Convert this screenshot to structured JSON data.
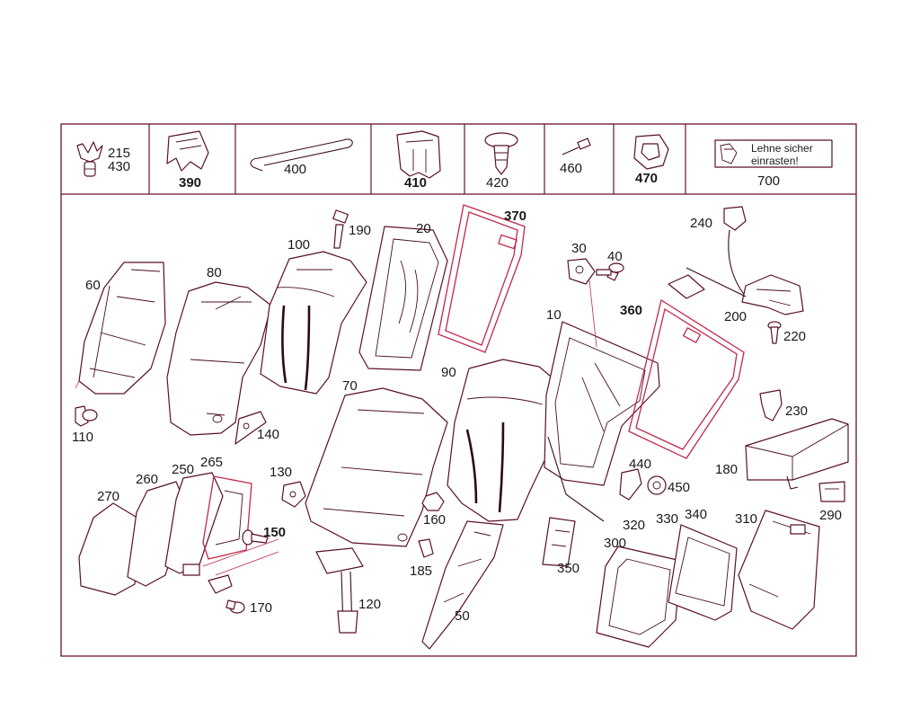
{
  "legend": {
    "cells": [
      {
        "labels": [
          "215",
          "430"
        ]
      },
      {
        "labels": [
          "390"
        ]
      },
      {
        "labels": [
          "400"
        ]
      },
      {
        "labels": [
          "410"
        ]
      },
      {
        "labels": [
          "420"
        ]
      },
      {
        "labels": [
          "460"
        ]
      },
      {
        "labels": [
          "470"
        ]
      },
      {
        "labels": [
          "700"
        ],
        "sign_lines": [
          "Lehne sicher",
          "einrasten!"
        ]
      }
    ]
  },
  "callouts": {
    "c10": "10",
    "c20": "20",
    "c30": "30",
    "c40": "40",
    "c50": "50",
    "c60": "60",
    "c70": "70",
    "c80": "80",
    "c90": "90",
    "c100": "100",
    "c110": "110",
    "c120": "120",
    "c130": "130",
    "c140": "140",
    "c150": "150",
    "c160": "160",
    "c170": "170",
    "c180": "180",
    "c185": "185",
    "c190": "190",
    "c200": "200",
    "c220": "220",
    "c230": "230",
    "c240": "240",
    "c250": "250",
    "c260": "260",
    "c265": "265",
    "c270": "270",
    "c290": "290",
    "c300": "300",
    "c310": "310",
    "c320": "320",
    "c330": "330",
    "c340": "340",
    "c350": "350",
    "c360": "360",
    "c370": "370",
    "c440": "440",
    "c450": "450"
  },
  "colors": {
    "frame": "#6a1030",
    "accent": "#c0284a",
    "ink": "#1a1a1a"
  }
}
